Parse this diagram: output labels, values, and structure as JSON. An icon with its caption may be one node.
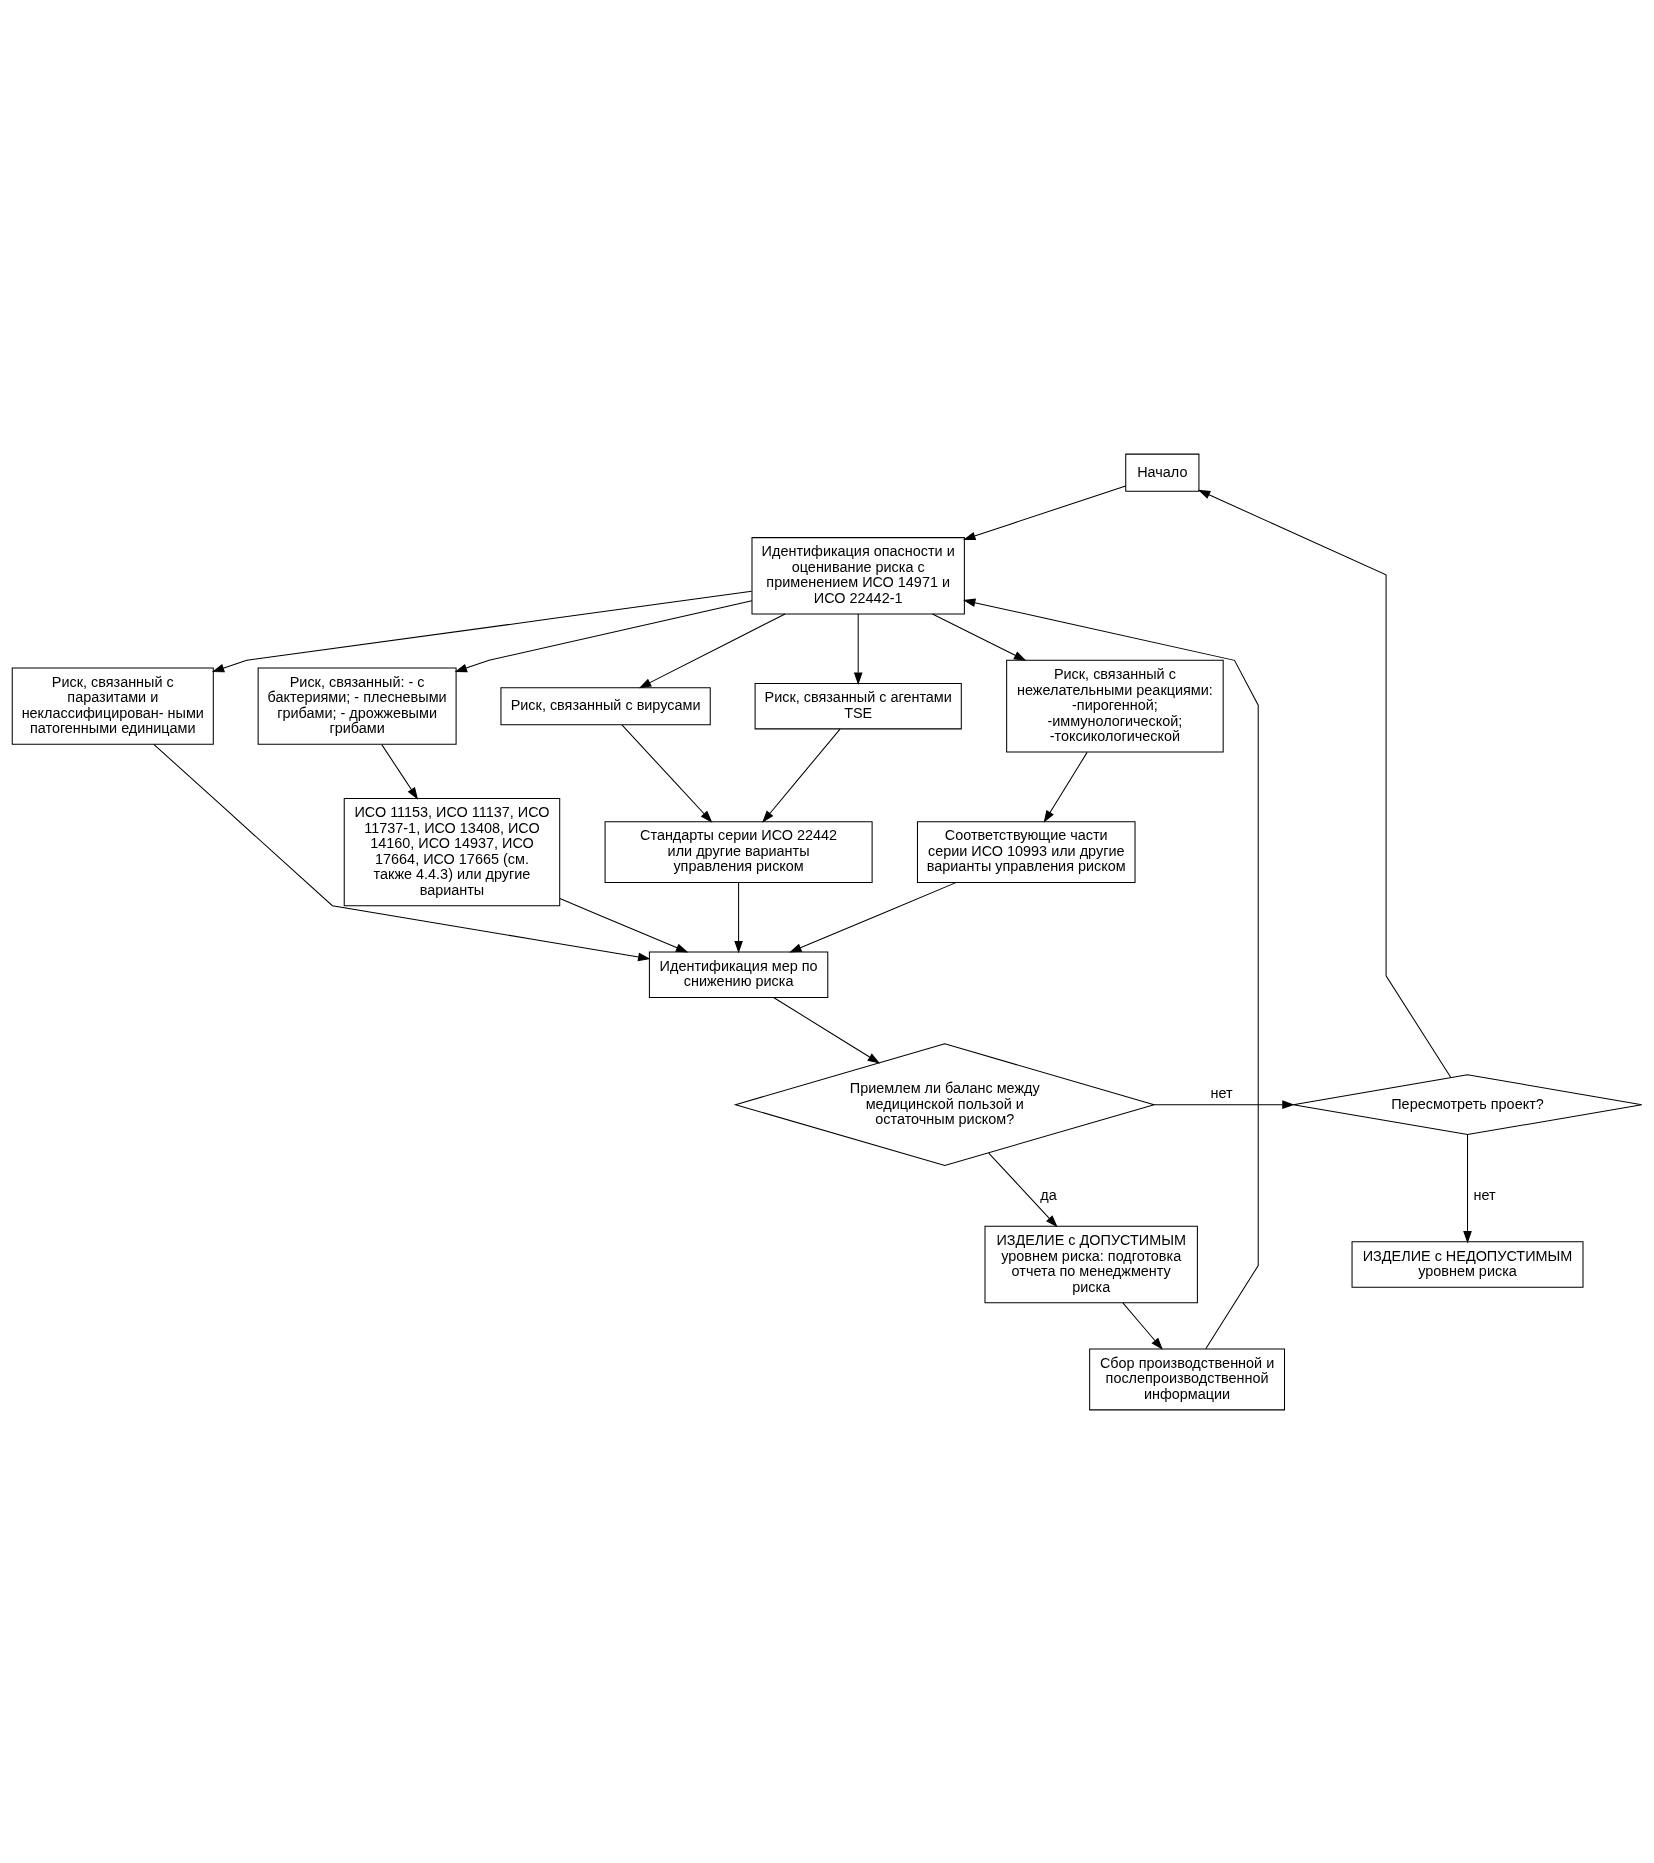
{
  "diagram": {
    "nodes": [
      {
        "text": [
          "Начало"
        ]
      },
      {
        "text": [
          "Идентификация опасности и оценивание риска с применением ИСО 14971 и ИСО 22442-1"
        ]
      },
      {
        "text": [
          "Риск, связанный с паразитами и неклассифицирован- ными патогенными единицами"
        ]
      },
      {
        "text": [
          "Риск, связанный: - с бактериями; - плесневыми грибами; - дрожжевыми грибами"
        ]
      },
      {
        "text": [
          "Риск, связанный с вирусами"
        ]
      },
      {
        "text": [
          "Риск, связанный с агентами TSE"
        ]
      },
      {
        "text": [
          "Риск, связанный с нежелательными реакциями: -пирогенной; -иммунологической; -токсикологической"
        ]
      },
      {
        "text": [
          "ИСО 11153, ИСО 11137, ИСО 11737-1, ИСО 13408, ИСО 14160, ИСО 14937, ИСО 17664, ИСО 17665 (см. также 4.4.3) или другие варианты"
        ]
      },
      {
        "text": [
          "Стандарты серии ИСО 22442 или другие варианты управления риском"
        ]
      },
      {
        "text": [
          "Соответствующие части серии ИСО 10993 или другие варианты управления риском"
        ]
      },
      {
        "text": [
          "Идентификация мер по снижению риска"
        ]
      },
      {
        "text": [
          "Приемлем ли баланс между медицинской пользой и остаточным риском?"
        ]
      },
      {
        "text": [
          "Пересмотреть проект?"
        ]
      },
      {
        "text": [
          "ИЗДЕЛИЕ с ДОПУСТИМЫМ уровнем риска: подготовка отчета по менеджменту риска"
        ]
      },
      {
        "text": [
          "ИЗДЕЛИЕ с НЕДОПУСТИМЫМ уровнем риска"
        ]
      },
      {
        "text": [
          "Сбор производственной и послепроизводственной информации"
        ]
      }
    ],
    "edges": [
      {
        "from": 0,
        "to": 1,
        "arrow": "to"
      },
      {
        "from": 1,
        "to": 2,
        "arrow": "to"
      },
      {
        "from": 1,
        "to": 3,
        "arrow": "to"
      },
      {
        "from": 1,
        "to": 4,
        "arrow": "to"
      },
      {
        "from": 1,
        "to": 5,
        "arrow": "to"
      },
      {
        "from": 1,
        "to": 6,
        "arrow": "to"
      },
      {
        "from": 3,
        "to": 7,
        "arrow": "to"
      },
      {
        "from": 4,
        "to": 8,
        "arrow": "to"
      },
      {
        "from": 5,
        "to": 8,
        "arrow": "to"
      },
      {
        "from": 6,
        "to": 9,
        "arrow": "to"
      },
      {
        "from": 7,
        "to": 10,
        "arrow": "to"
      },
      {
        "from": 8,
        "to": 10,
        "arrow": "to"
      },
      {
        "from": 9,
        "to": 10,
        "arrow": "to"
      },
      {
        "from": 2,
        "to": 10,
        "arrow": "to"
      },
      {
        "from": 10,
        "to": 11,
        "arrow": "to"
      },
      {
        "from": 11,
        "to": 12,
        "arrow": "to",
        "label": "нет"
      },
      {
        "from": 12,
        "to": 0,
        "arrow": "to"
      },
      {
        "from": 11,
        "to": 13,
        "arrow": "to",
        "label": "да"
      },
      {
        "from": 12,
        "to": 14,
        "arrow": "to",
        "label": "нет"
      },
      {
        "from": 13,
        "to": 15,
        "arrow": "to"
      },
      {
        "from": 15,
        "to": 1,
        "arrow": "to"
      }
    ]
  }
}
